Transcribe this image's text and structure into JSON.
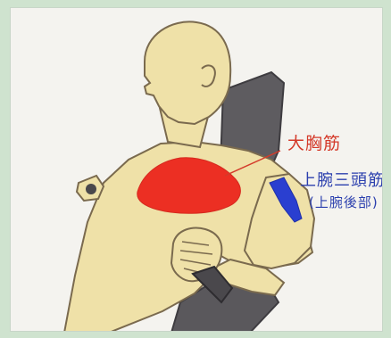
{
  "labels": {
    "pectoralis": "大胸筋",
    "triceps": "上腕三頭筋",
    "triceps_sub": "(上腕後部)"
  },
  "colors": {
    "frame": "#cfe3cf",
    "paper": "#f4f3ef",
    "skin": "#efe1a8",
    "skin_shadow": "#d9c58a",
    "outline": "#7a6a4e",
    "pectoral_muscle": "#ec2f23",
    "triceps_muscle": "#2a3fd0",
    "bench": "#5e5c60",
    "label_red": "#d43a2a",
    "label_blue": "#2b3fae"
  }
}
